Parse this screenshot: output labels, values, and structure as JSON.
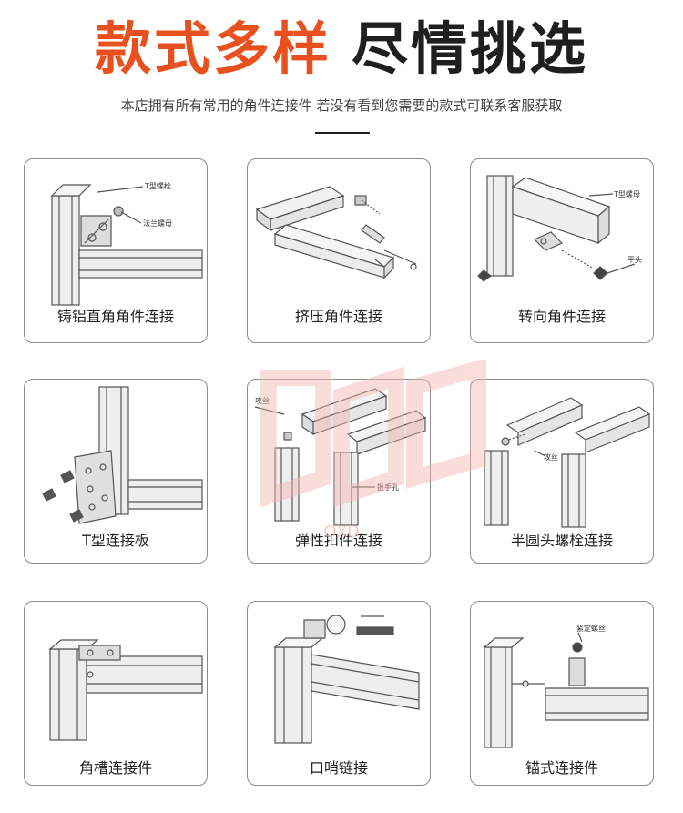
{
  "header": {
    "title_part1": "款式多样",
    "title_part2": "尽情挑选",
    "subtitle": "本店拥有所有常用的角件连接件 若没有看到您需要的款式可联系客服获取"
  },
  "watermark_text": "QXD",
  "cards": [
    {
      "label": "铸铝直角角件连接",
      "annotations": [
        "T型螺栓",
        "法兰螺母"
      ]
    },
    {
      "label": "挤压角件连接",
      "annotations": []
    },
    {
      "label": "转向角件连接",
      "annotations": [
        "T型螺母",
        "平头"
      ]
    },
    {
      "label": "T型连接板",
      "annotations": []
    },
    {
      "label": "弹性扣件连接",
      "annotations": [
        "攻丝",
        "扳手孔"
      ]
    },
    {
      "label": "半圆头螺栓连接",
      "annotations": [
        "攻丝"
      ]
    },
    {
      "label": "角槽连接件",
      "annotations": []
    },
    {
      "label": "口哨链接",
      "annotations": []
    },
    {
      "label": "锚式连接件",
      "annotations": [
        "紧定螺丝"
      ]
    }
  ],
  "colors": {
    "accent": "#e8511f",
    "dark": "#1f1f1f",
    "border": "#8c8c8c",
    "watermark": "#f2b6b0"
  }
}
